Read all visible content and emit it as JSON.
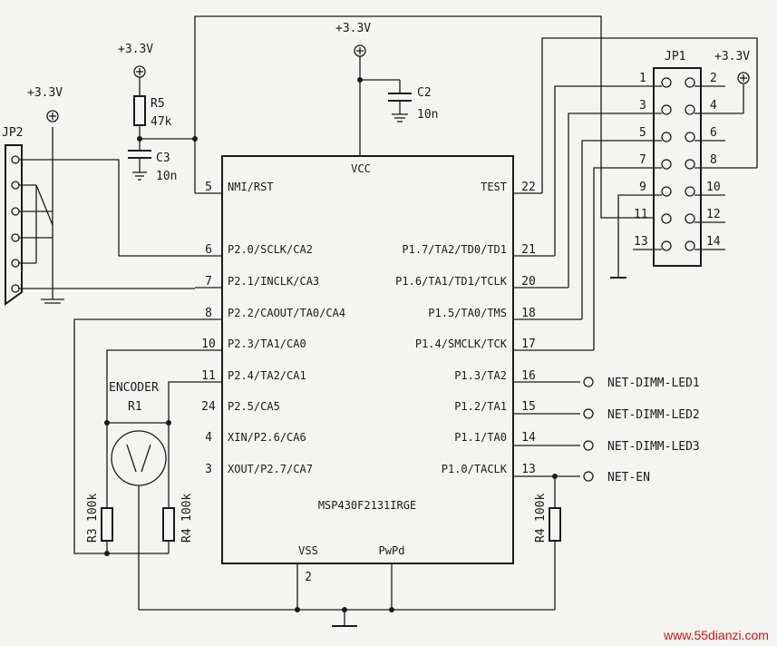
{
  "supply": {
    "plus_label": "+3.3V",
    "vcc": "VCC",
    "vss": "VSS",
    "pwpd": "PwPd",
    "vss_pin": "2"
  },
  "chip": {
    "part": "MSP430F2131IRGE",
    "left_pins": [
      {
        "num": "5",
        "name": "NMI/RST"
      },
      {
        "num": "6",
        "name": "P2.0/SCLK/CA2"
      },
      {
        "num": "7",
        "name": "P2.1/INCLK/CA3"
      },
      {
        "num": "8",
        "name": "P2.2/CAOUT/TA0/CA4"
      },
      {
        "num": "10",
        "name": "P2.3/TA1/CA0"
      },
      {
        "num": "11",
        "name": "P2.4/TA2/CA1"
      },
      {
        "num": "24",
        "name": "P2.5/CA5"
      },
      {
        "num": "4",
        "name": "XIN/P2.6/CA6"
      },
      {
        "num": "3",
        "name": "XOUT/P2.7/CA7"
      }
    ],
    "right_pins": [
      {
        "num": "22",
        "name": "TEST"
      },
      {
        "num": "21",
        "name": "P1.7/TA2/TD0/TD1"
      },
      {
        "num": "20",
        "name": "P1.6/TA1/TD1/TCLK"
      },
      {
        "num": "18",
        "name": "P1.5/TA0/TMS"
      },
      {
        "num": "17",
        "name": "P1.4/SMCLK/TCK"
      },
      {
        "num": "16",
        "name": "P1.3/TA2"
      },
      {
        "num": "15",
        "name": "P1.2/TA1"
      },
      {
        "num": "14",
        "name": "P1.1/TA0"
      },
      {
        "num": "13",
        "name": "P1.0/TACLK"
      }
    ]
  },
  "nets": [
    "NET-DIMM-LED1",
    "NET-DIMM-LED2",
    "NET-DIMM-LED3",
    "NET-EN"
  ],
  "components": {
    "r5": {
      "ref": "R5",
      "value": "47k"
    },
    "c3": {
      "ref": "C3",
      "value": "10n"
    },
    "c2": {
      "ref": "C2",
      "value": "10n"
    },
    "r1": {
      "ref": "R1",
      "title": "ENCODER"
    },
    "r3": {
      "ref": "R3",
      "value": "100k"
    },
    "r4a": {
      "ref": "R4",
      "value": "100k"
    },
    "r4b": {
      "ref": "R4",
      "value": "100k"
    }
  },
  "jp1": {
    "ref": "JP1",
    "pins_left": [
      "1",
      "3",
      "5",
      "7",
      "9",
      "11",
      "13"
    ],
    "pins_right": [
      "2",
      "4",
      "6",
      "8",
      "10",
      "12",
      "14"
    ]
  },
  "jp2": {
    "ref": "JP2"
  },
  "watermark": "www.55dianzi.com"
}
